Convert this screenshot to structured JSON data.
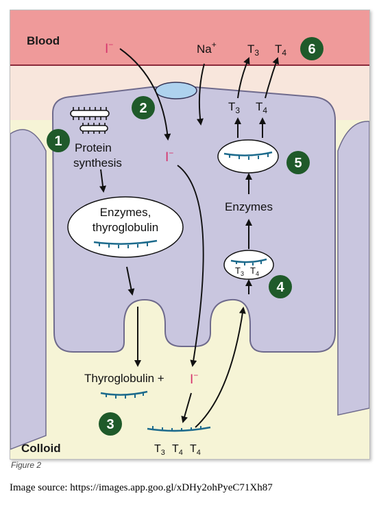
{
  "regions": {
    "blood": "Blood",
    "colloid": "Colloid"
  },
  "steps": {
    "s1": "1",
    "s2": "2",
    "s3": "3",
    "s4": "4",
    "s5": "5",
    "s6": "6"
  },
  "labels": {
    "iodide_blood": "I",
    "iodide_cell": "I",
    "iodide_colloid": "I",
    "minus": "−",
    "sodium": "Na",
    "plus": "+",
    "protein_line1": "Protein",
    "protein_line2": "synthesis",
    "vesicle_line1": "Enzymes,",
    "vesicle_line2": "thyroglobulin",
    "enzymes": "Enzymes",
    "thyroglobulin_plus": "Thyroglobulin +",
    "t": "T",
    "sub3": "3",
    "sub4": "4"
  },
  "caption": "Figure 2",
  "source": "Image source: https://images.app.goo.gl/xDHy2ohPyeC71Xh87",
  "colors": {
    "blood": "#ef9a9a",
    "interstitial": "#f8e6dc",
    "cell": "#c9c6df",
    "colloid": "#f6f4d6",
    "step_badge": "#1f5a2a",
    "iodide": "#d6336c",
    "thyroglobulin": "#1c6a8c"
  }
}
